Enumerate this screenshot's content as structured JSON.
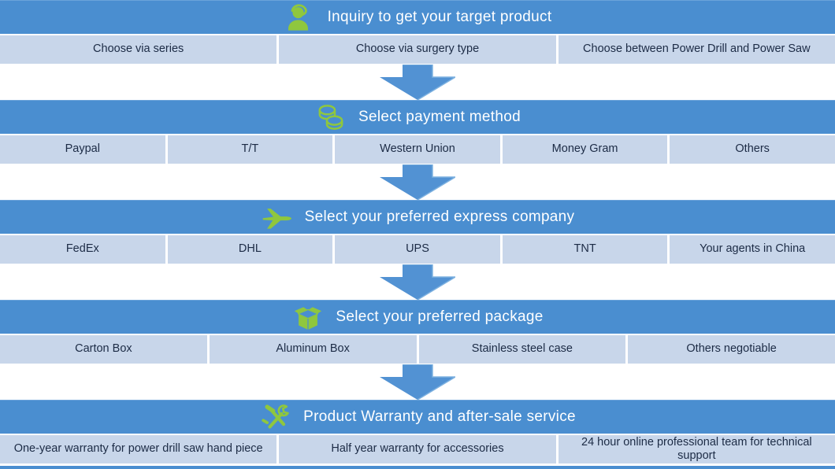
{
  "colors": {
    "header_bg": "#4a8ed0",
    "option_bg": "#c8d6ea",
    "icon_green": "#8fc73e",
    "header_text": "#ffffff",
    "option_text": "#1c2b45",
    "arrow_blue": "#5292d3"
  },
  "sections": [
    {
      "id": "inquiry",
      "icon": "support-agent-icon",
      "title": "Inquiry to get your target product",
      "options": [
        "Choose via series",
        "Choose via surgery type",
        "Choose between Power Drill and Power Saw"
      ]
    },
    {
      "id": "payment",
      "icon": "coins-icon",
      "title": "Select payment method",
      "options": [
        "Paypal",
        "T/T",
        "Western Union",
        "Money Gram",
        "Others"
      ]
    },
    {
      "id": "express",
      "icon": "airplane-icon",
      "title": "Select your preferred express company",
      "options": [
        "FedEx",
        "DHL",
        "UPS",
        "TNT",
        "Your agents in China"
      ]
    },
    {
      "id": "package",
      "icon": "package-icon",
      "title": "Select your preferred package",
      "options": [
        "Carton Box",
        "Aluminum Box",
        "Stainless steel case",
        "Others negotiable"
      ]
    },
    {
      "id": "warranty",
      "icon": "tools-icon",
      "title": "Product Warranty and after-sale service",
      "options": [
        "One-year warranty for power drill saw hand piece",
        "Half year warranty for accessories",
        "24 hour online professional team for technical support"
      ]
    }
  ]
}
